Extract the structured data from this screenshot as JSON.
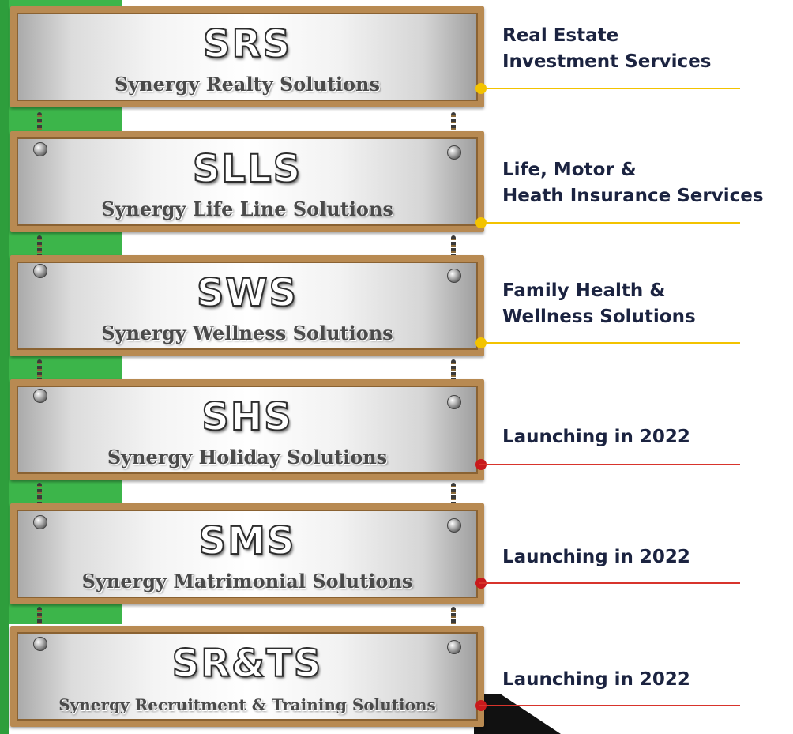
{
  "colors": {
    "green": "#3cb54a",
    "wood": "#b88a52",
    "gold_leader": "#f3c300",
    "red_leader": "#d8342c",
    "text_navy": "#1b2340"
  },
  "signs": [
    {
      "abbr": "SRS",
      "name": "Synergy Realty Solutions",
      "desc": [
        "Real Estate",
        "Investment Services"
      ],
      "status": "gold"
    },
    {
      "abbr": "SLLS",
      "name": "Synergy Life Line Solutions",
      "desc": [
        "Life, Motor &",
        "Heath Insurance Services"
      ],
      "status": "gold"
    },
    {
      "abbr": "SWS",
      "name": "Synergy Wellness Solutions",
      "desc": [
        "Family Health &",
        "Wellness Solutions"
      ],
      "status": "gold"
    },
    {
      "abbr": "SHS",
      "name": "Synergy Holiday Solutions",
      "desc": [
        "Launching in 2022"
      ],
      "status": "red"
    },
    {
      "abbr": "SMS",
      "name": "Synergy Matrimonial Solutions",
      "desc": [
        "Launching in 2022"
      ],
      "status": "red"
    },
    {
      "abbr": "SR&TS",
      "name": "Synergy Recruitment & Training Solutions",
      "desc": [
        "Launching in 2022"
      ],
      "status": "red"
    }
  ]
}
